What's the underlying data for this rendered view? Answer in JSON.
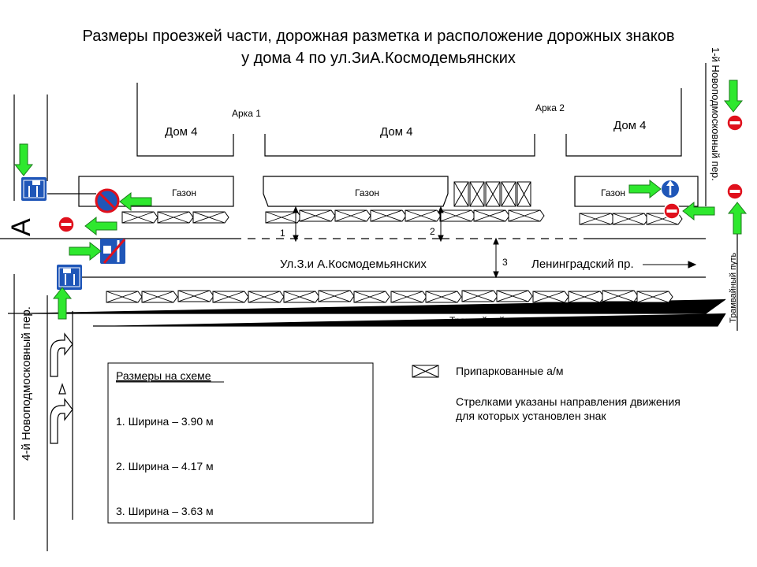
{
  "title": {
    "line1": "Размеры проезжей части, дорожная разметка и расположение дорожных знаков",
    "line2": "у дома 4 по ул.ЗиА.Космодемьянских"
  },
  "buildings": {
    "arch1": "Арка 1",
    "arch2": "Арка 2",
    "house_left": "Дом 4",
    "house_mid": "Дом 4",
    "house_right": "Дом 4"
  },
  "lawns": {
    "left": "Газон",
    "mid": "Газон",
    "right": "Газон"
  },
  "streets": {
    "main": "Ул.З.и А.Космодемьянских",
    "main_dir": "Ленинградский пр.",
    "right_lane": "1-й Новоподмосковный пер.",
    "left_lane": "4-й Новоподмосковный пер.",
    "tram": "Трамвайный путь",
    "tram_vertical": "Трамвайный путь",
    "big_letter": "А"
  },
  "dimensions": {
    "d1": "1",
    "d2": "2",
    "d3": "3"
  },
  "legend_box": {
    "heading": "Размеры на схеме",
    "item1": "1. Ширина – 3.90 м",
    "item2": "2. Ширина – 4.17 м",
    "item3": "3. Ширина – 3.63 м"
  },
  "legend": {
    "parked": "Припаркованные а/м",
    "arrows_line1": "Стрелками указаны направления движения",
    "arrows_line2": "для которых установлен знак"
  },
  "colors": {
    "sign_red": "#e0101c",
    "sign_blue": "#1f56b8",
    "arrow_green": "#2ee82e",
    "car_outline": "#000000"
  }
}
